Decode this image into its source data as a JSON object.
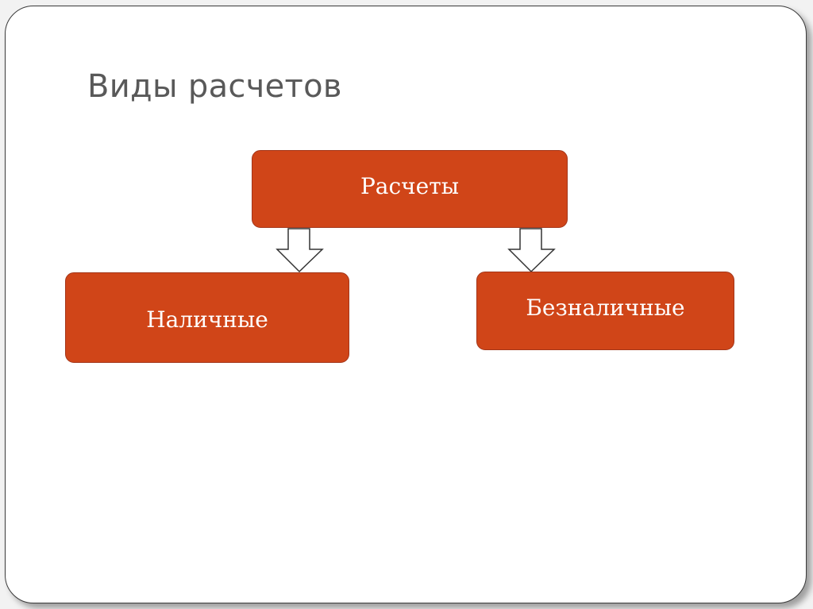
{
  "slide": {
    "title": "Виды расчетов"
  },
  "diagram": {
    "root": {
      "label": "Расчеты"
    },
    "children": [
      {
        "label": "Наличные"
      },
      {
        "label": "Безналичные"
      }
    ],
    "box_color": "#d04518",
    "box_border_color": "#a3361a",
    "arrow_style": "hollow-block-down"
  }
}
